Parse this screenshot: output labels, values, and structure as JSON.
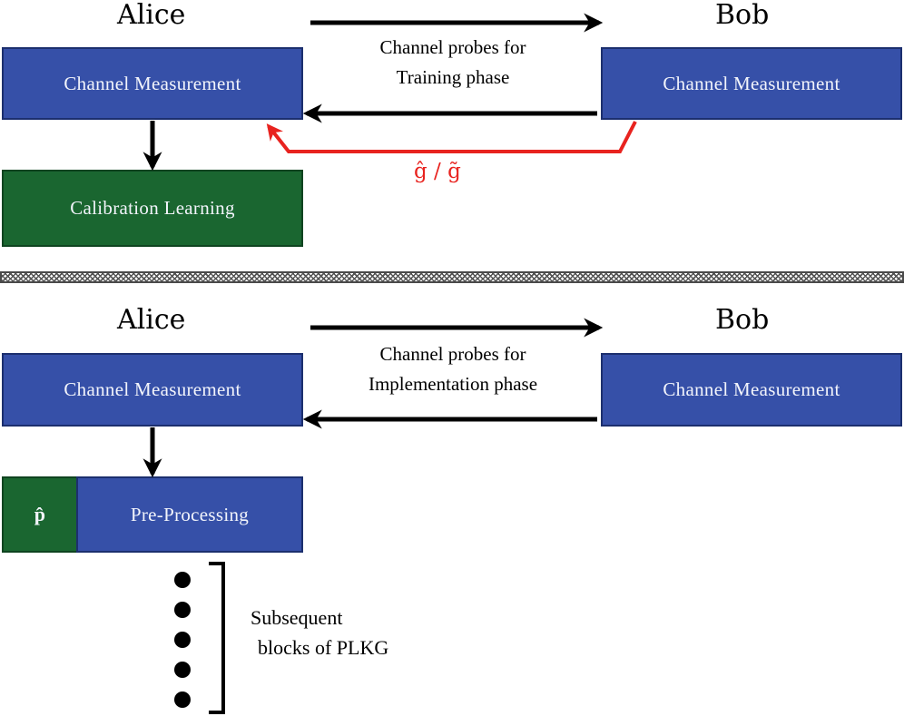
{
  "training": {
    "alice_label": "Alice",
    "bob_label": "Bob",
    "alice_box": "Channel Measurement",
    "bob_box": "Channel Measurement",
    "probe_caption_line1": "Channel probes for",
    "probe_caption_line2": "Training phase",
    "feedback_label": "ĝ / g̃",
    "calibration_box": "Calibration Learning"
  },
  "implementation": {
    "alice_label": "Alice",
    "bob_label": "Bob",
    "alice_box": "Channel Measurement",
    "bob_box": "Channel Measurement",
    "probe_caption_line1": "Channel probes for",
    "probe_caption_line2": "Implementation phase",
    "p_hat_box": "p̂",
    "preprocessing_box": "Pre-Processing",
    "subsequent_line1": "Subsequent",
    "subsequent_line2": "blocks of PLKG"
  },
  "colors": {
    "box_blue": "#3650a8",
    "box_green": "#1a6630",
    "feedback_red": "#e8231f"
  }
}
